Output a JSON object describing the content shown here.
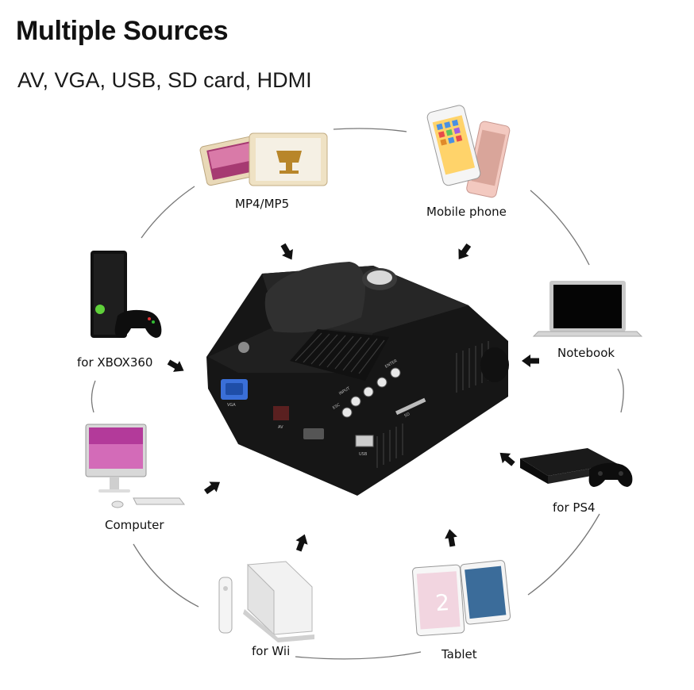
{
  "heading": {
    "title": "Multiple Sources",
    "subtitle": "AV, VGA, USB, SD card, HDMI"
  },
  "sources": [
    {
      "id": "mp4",
      "label": "MP4/MP5"
    },
    {
      "id": "mobile",
      "label": "Mobile phone"
    },
    {
      "id": "notebook",
      "label": "Notebook"
    },
    {
      "id": "ps4",
      "label": "for PS4"
    },
    {
      "id": "tablet",
      "label": "Tablet"
    },
    {
      "id": "wii",
      "label": "for Wii"
    },
    {
      "id": "computer",
      "label": "Computer"
    },
    {
      "id": "xbox",
      "label": "for XBOX360"
    }
  ],
  "projector": {
    "port_labels": [
      "ENTER",
      "INPUT",
      "ESC",
      "VGA",
      "AV",
      "USB",
      "SD"
    ]
  },
  "colors": {
    "projector_body": "#1b1b1b",
    "circle_line": "#777777",
    "arrow": "#111111"
  }
}
